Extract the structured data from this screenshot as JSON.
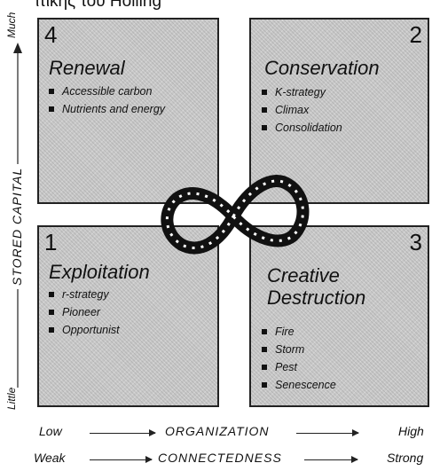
{
  "header_fragment": "ιτικής του Holling",
  "y_axis": {
    "label": "STORED CAPITAL",
    "top": "Much",
    "bottom": "Little"
  },
  "x_axes": [
    {
      "left": "Low",
      "label": "ORGANIZATION",
      "right": "High"
    },
    {
      "left": "Weak",
      "label": "CONNECTEDNESS",
      "right": "Strong"
    }
  ],
  "quadrants": [
    {
      "number": "4",
      "title": "Renewal",
      "items": [
        "Accessible carbon",
        "Nutrients and energy"
      ]
    },
    {
      "number": "2",
      "title": "Conservation",
      "items": [
        "K-strategy",
        "Climax",
        "Consolidation"
      ]
    },
    {
      "number": "1",
      "title": "Exploitation",
      "items": [
        "r-strategy",
        "Pioneer",
        "Opportunist"
      ]
    },
    {
      "number": "3",
      "title_lines": [
        "Creative",
        "Destruction"
      ],
      "items": [
        "Fire",
        "Storm",
        "Pest",
        "Senescence"
      ]
    }
  ]
}
